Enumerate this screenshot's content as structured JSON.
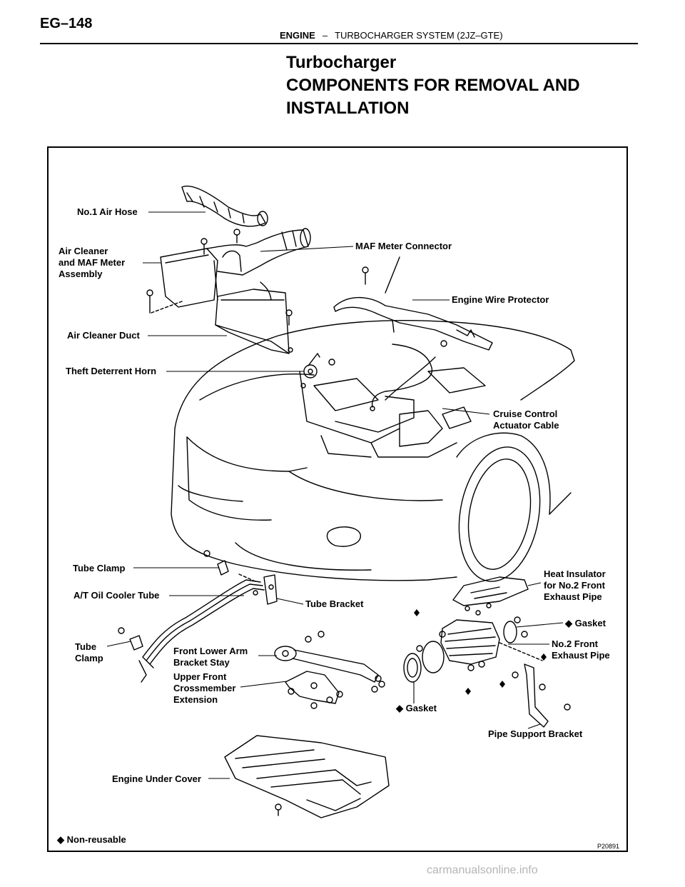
{
  "header": {
    "page_number": "EG–148",
    "section": "ENGINE",
    "separator": "–",
    "subsection": "TURBOCHARGER SYSTEM (2JZ–GTE)"
  },
  "title": {
    "line1": "Turbocharger",
    "line2": "COMPONENTS FOR REMOVAL AND INSTALLATION"
  },
  "diagram": {
    "labels": {
      "air_hose": "No.1 Air Hose",
      "air_cleaner_1": "Air Cleaner",
      "air_cleaner_2": "and MAF Meter",
      "air_cleaner_3": "Assembly",
      "maf_connector": "MAF Meter Connector",
      "wire_protector": "Engine Wire Protector",
      "air_duct": "Air Cleaner Duct",
      "theft_horn": "Theft Deterrent Horn",
      "cruise_1": "Cruise Control",
      "cruise_2": "Actuator Cable",
      "tube_clamp_top": "Tube Clamp",
      "oil_cooler_tube": "A/T Oil Cooler Tube",
      "tube_bracket": "Tube Bracket",
      "tube_clamp_bottom_1": "Tube",
      "tube_clamp_bottom_2": "Clamp",
      "lower_arm_1": "Front Lower Arm",
      "lower_arm_2": "Bracket Stay",
      "crossmember_1": "Upper Front",
      "crossmember_2": "Crossmember",
      "crossmember_3": "Extension",
      "heat_insulator_1": "Heat Insulator",
      "heat_insulator_2": "for No.2 Front",
      "heat_insulator_3": "Exhaust Pipe",
      "gasket_right": "◆ Gasket",
      "exhaust_pipe_1": "No.2 Front",
      "exhaust_pipe_2": "Exhaust Pipe",
      "gasket_bottom": "◆ Gasket",
      "pipe_bracket": "Pipe Support Bracket",
      "under_cover": "Engine Under Cover",
      "legend": "◆ Non-reusable",
      "figure_code": "P20891"
    }
  },
  "footer": {
    "watermark": "carmanualsonline.info"
  }
}
